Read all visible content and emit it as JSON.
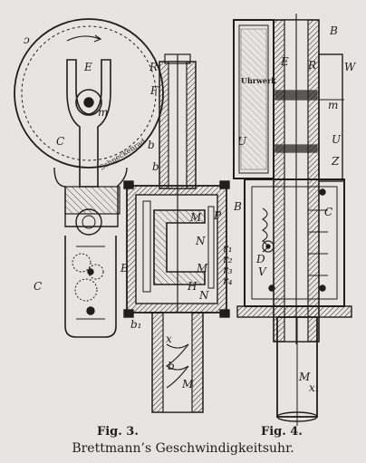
{
  "figure": {
    "fig3_caption": "Fig. 3.",
    "fig4_caption": "Fig. 4.",
    "title": "Brettmann’s Geschwindigkeitsuhr.",
    "inscriptions": {
      "uhrwerk": "Uhrwerk",
      "schnecke": "Schneckenrad"
    },
    "labels": {
      "fig3": [
        "ɔ",
        "E",
        "R",
        "F",
        "m",
        "C",
        "b",
        "b",
        "P",
        "M",
        "N",
        "B",
        "M",
        "H",
        "N",
        "r₁",
        "r₂",
        "r₃",
        "r₄",
        "C",
        "b₁",
        "x",
        "b",
        "M"
      ],
      "fig4": [
        "B",
        "E",
        "R",
        "W",
        "U",
        "m",
        "U",
        "Z",
        "B",
        "D",
        "C",
        "V",
        "M",
        "x₁"
      ]
    }
  }
}
